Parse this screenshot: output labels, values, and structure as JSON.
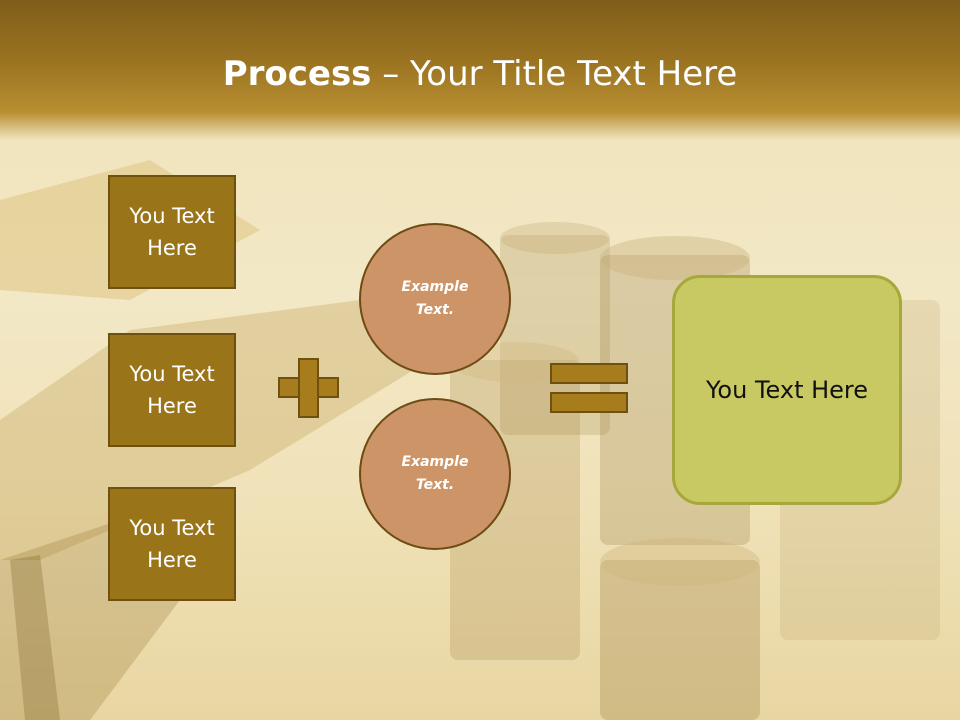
{
  "slide": {
    "title_bold": "Process",
    "title_rest": " – Your Title Text Here",
    "left_boxes": [
      "You Text\nHere",
      "You Text\nHere",
      "You Text\nHere"
    ],
    "circles": [
      "Example\nText.",
      "Example\nText."
    ],
    "result_text": "You Text Here"
  },
  "colors": {
    "header": "#8a6a1e",
    "box_fill": "#9a7419",
    "circle_fill": "#cd9567",
    "result_fill": "#c9c963"
  }
}
